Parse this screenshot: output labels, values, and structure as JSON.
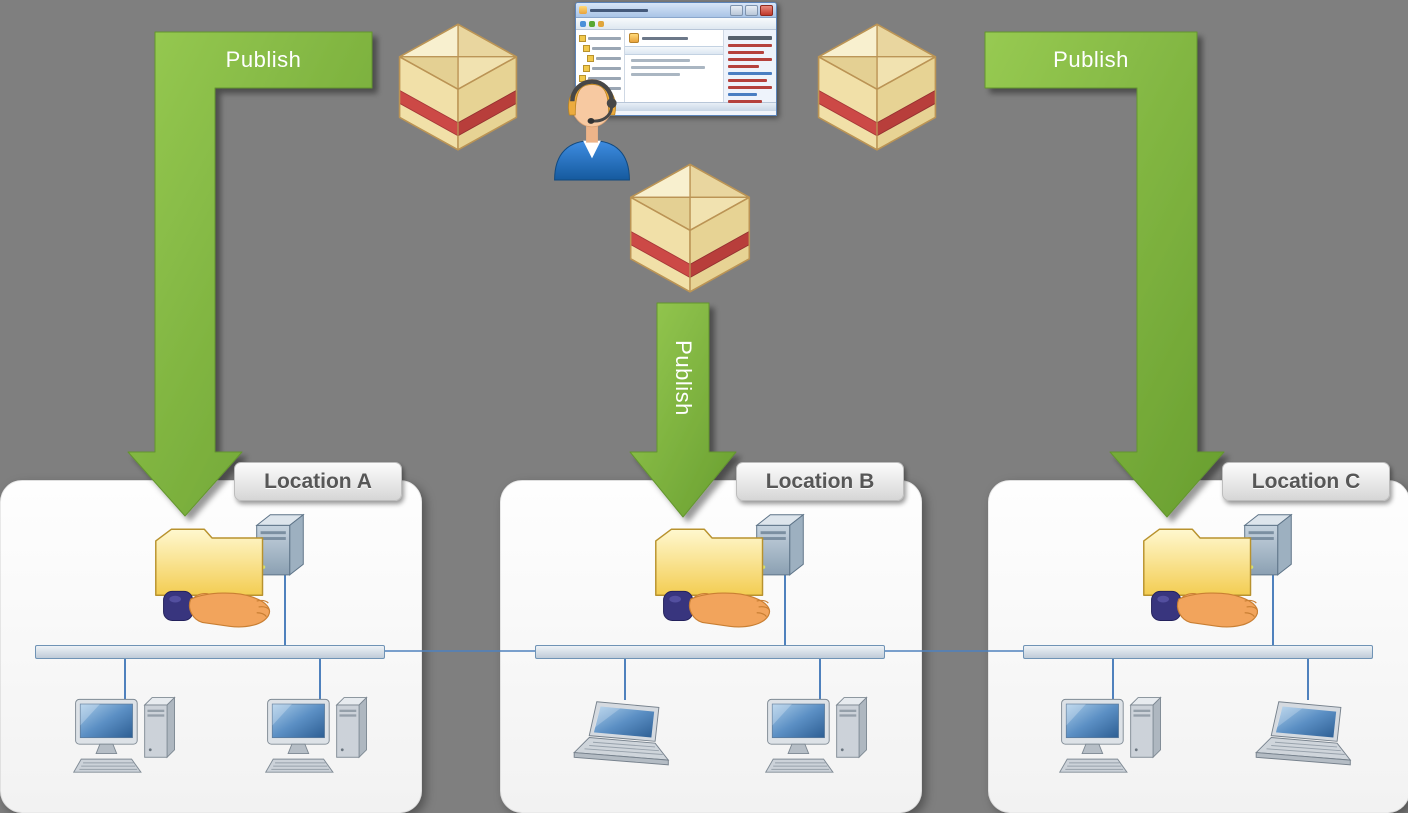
{
  "colors": {
    "background": "#7f7f7f",
    "arrow_green": "#7cb342",
    "connector_blue": "#4f81bd",
    "package_stripe_red": "#c94b45",
    "folder_yellow": "#f3cd52"
  },
  "arrows": {
    "left": {
      "label": "Publish"
    },
    "middle": {
      "label": "Publish"
    },
    "right": {
      "label": "Publish"
    }
  },
  "locations": [
    {
      "label": "Location A",
      "computers": [
        "desktop",
        "desktop"
      ]
    },
    {
      "label": "Location B",
      "computers": [
        "laptop",
        "desktop"
      ]
    },
    {
      "label": "Location C",
      "computers": [
        "desktop",
        "laptop"
      ]
    }
  ],
  "icons": {
    "package": "software-package-icon",
    "person": "administrator-with-headset-icon",
    "window": "deployment-console-window",
    "share": "shared-folder-with-server-icon",
    "desktop": "desktop-computer-icon",
    "laptop": "laptop-computer-icon",
    "bus": "network-segment-bar"
  }
}
